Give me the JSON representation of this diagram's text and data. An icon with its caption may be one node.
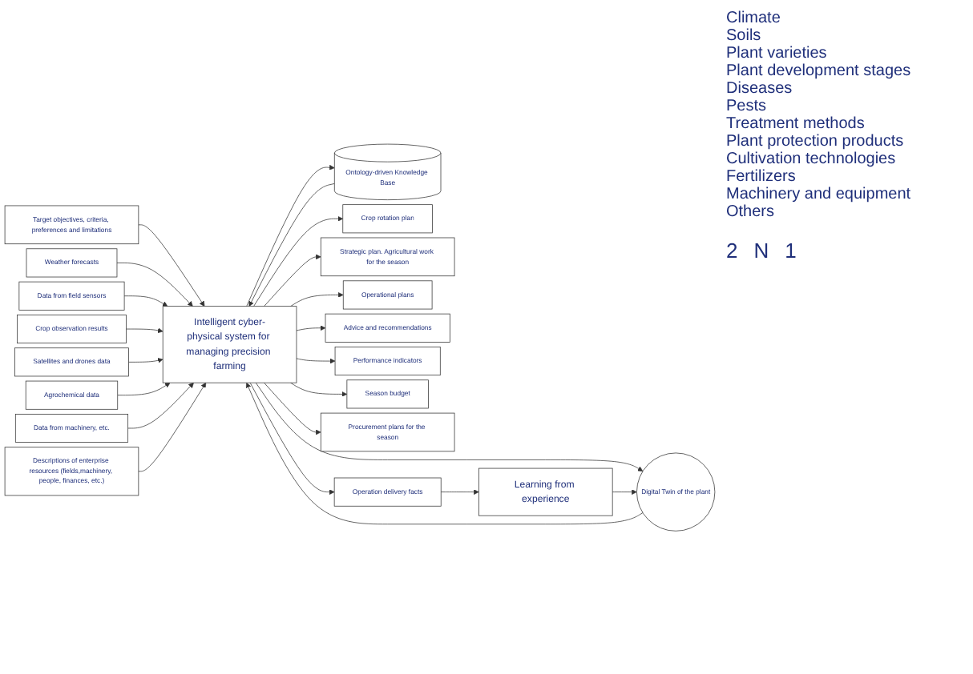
{
  "diagram": {
    "nodes": [
      {
        "text": [
          "Target objectives, criteria, preferences and limitations"
        ]
      },
      {
        "text": [
          "Ontology-driven Knowledge Base"
        ]
      },
      {
        "text": [
          "Weather forecasts"
        ]
      },
      {
        "text": [
          "Data from field sensors"
        ]
      },
      {
        "text": [
          "Crop observation results"
        ]
      },
      {
        "text": [
          "Satellites and drones data"
        ]
      },
      {
        "text": [
          "Agrochemical data"
        ]
      },
      {
        "text": [
          "Data from machinery, etc."
        ]
      },
      {
        "text": [
          "Intelligent cyber-physical system for managing precision farming"
        ]
      },
      {
        "text": [
          "Digital Twin of the plant"
        ]
      },
      {
        "text": [
          "Descriptions of enterprise resources (fields,machinery, people, finances, etc.)"
        ]
      },
      {
        "text": [
          "Crop rotation plan"
        ]
      },
      {
        "text": [
          "Strategic plan. Agricultural work for the season"
        ]
      },
      {
        "text": [
          "Operational plans"
        ]
      },
      {
        "text": [
          "Advice and recommendations"
        ]
      },
      {
        "text": [
          "Performance indicators"
        ]
      },
      {
        "text": [
          "Season budget"
        ]
      },
      {
        "text": [
          "Procurement plans for the season"
        ]
      },
      {
        "text": [
          "Operation delivery facts"
        ]
      },
      {
        "text": [
          "Learning from experience"
        ]
      }
    ],
    "edges": [
      {
        "from": 0,
        "to": 8,
        "arrow": "to"
      },
      {
        "from": 1,
        "to": 8,
        "arrow": "to"
      },
      {
        "from": 8,
        "to": 1,
        "arrow": "to"
      },
      {
        "from": 2,
        "to": 8,
        "arrow": "to"
      },
      {
        "from": 3,
        "to": 8,
        "arrow": "to"
      },
      {
        "from": 4,
        "to": 8,
        "arrow": "to"
      },
      {
        "from": 5,
        "to": 8,
        "arrow": "to"
      },
      {
        "from": 6,
        "to": 8,
        "arrow": "to"
      },
      {
        "from": 7,
        "to": 8,
        "arrow": "to"
      },
      {
        "from": 8,
        "to": 9,
        "arrow": "to"
      },
      {
        "from": 9,
        "to": 8,
        "arrow": "to"
      },
      {
        "from": 10,
        "to": 8,
        "arrow": "to"
      },
      {
        "from": 8,
        "to": 11,
        "arrow": "to"
      },
      {
        "from": 8,
        "to": 12,
        "arrow": "to"
      },
      {
        "from": 8,
        "to": 13,
        "arrow": "to"
      },
      {
        "from": 8,
        "to": 14,
        "arrow": "to"
      },
      {
        "from": 8,
        "to": 15,
        "arrow": "to"
      },
      {
        "from": 8,
        "to": 16,
        "arrow": "to"
      },
      {
        "from": 8,
        "to": 17,
        "arrow": "to"
      },
      {
        "from": 8,
        "to": 18,
        "arrow": "to"
      },
      {
        "from": 18,
        "to": 19,
        "arrow": "to"
      },
      {
        "from": 19,
        "to": 9,
        "arrow": "to"
      }
    ],
    "labels": [
      "Climate",
      "Soils",
      "Plant varieties",
      "Plant development stages",
      "Diseases",
      "Pests",
      "Treatment methods",
      "Plant protection products",
      "Cultivation technologies",
      "Fertilizers",
      "Machinery and equipment",
      "Others",
      "2",
      "N",
      "1"
    ]
  }
}
